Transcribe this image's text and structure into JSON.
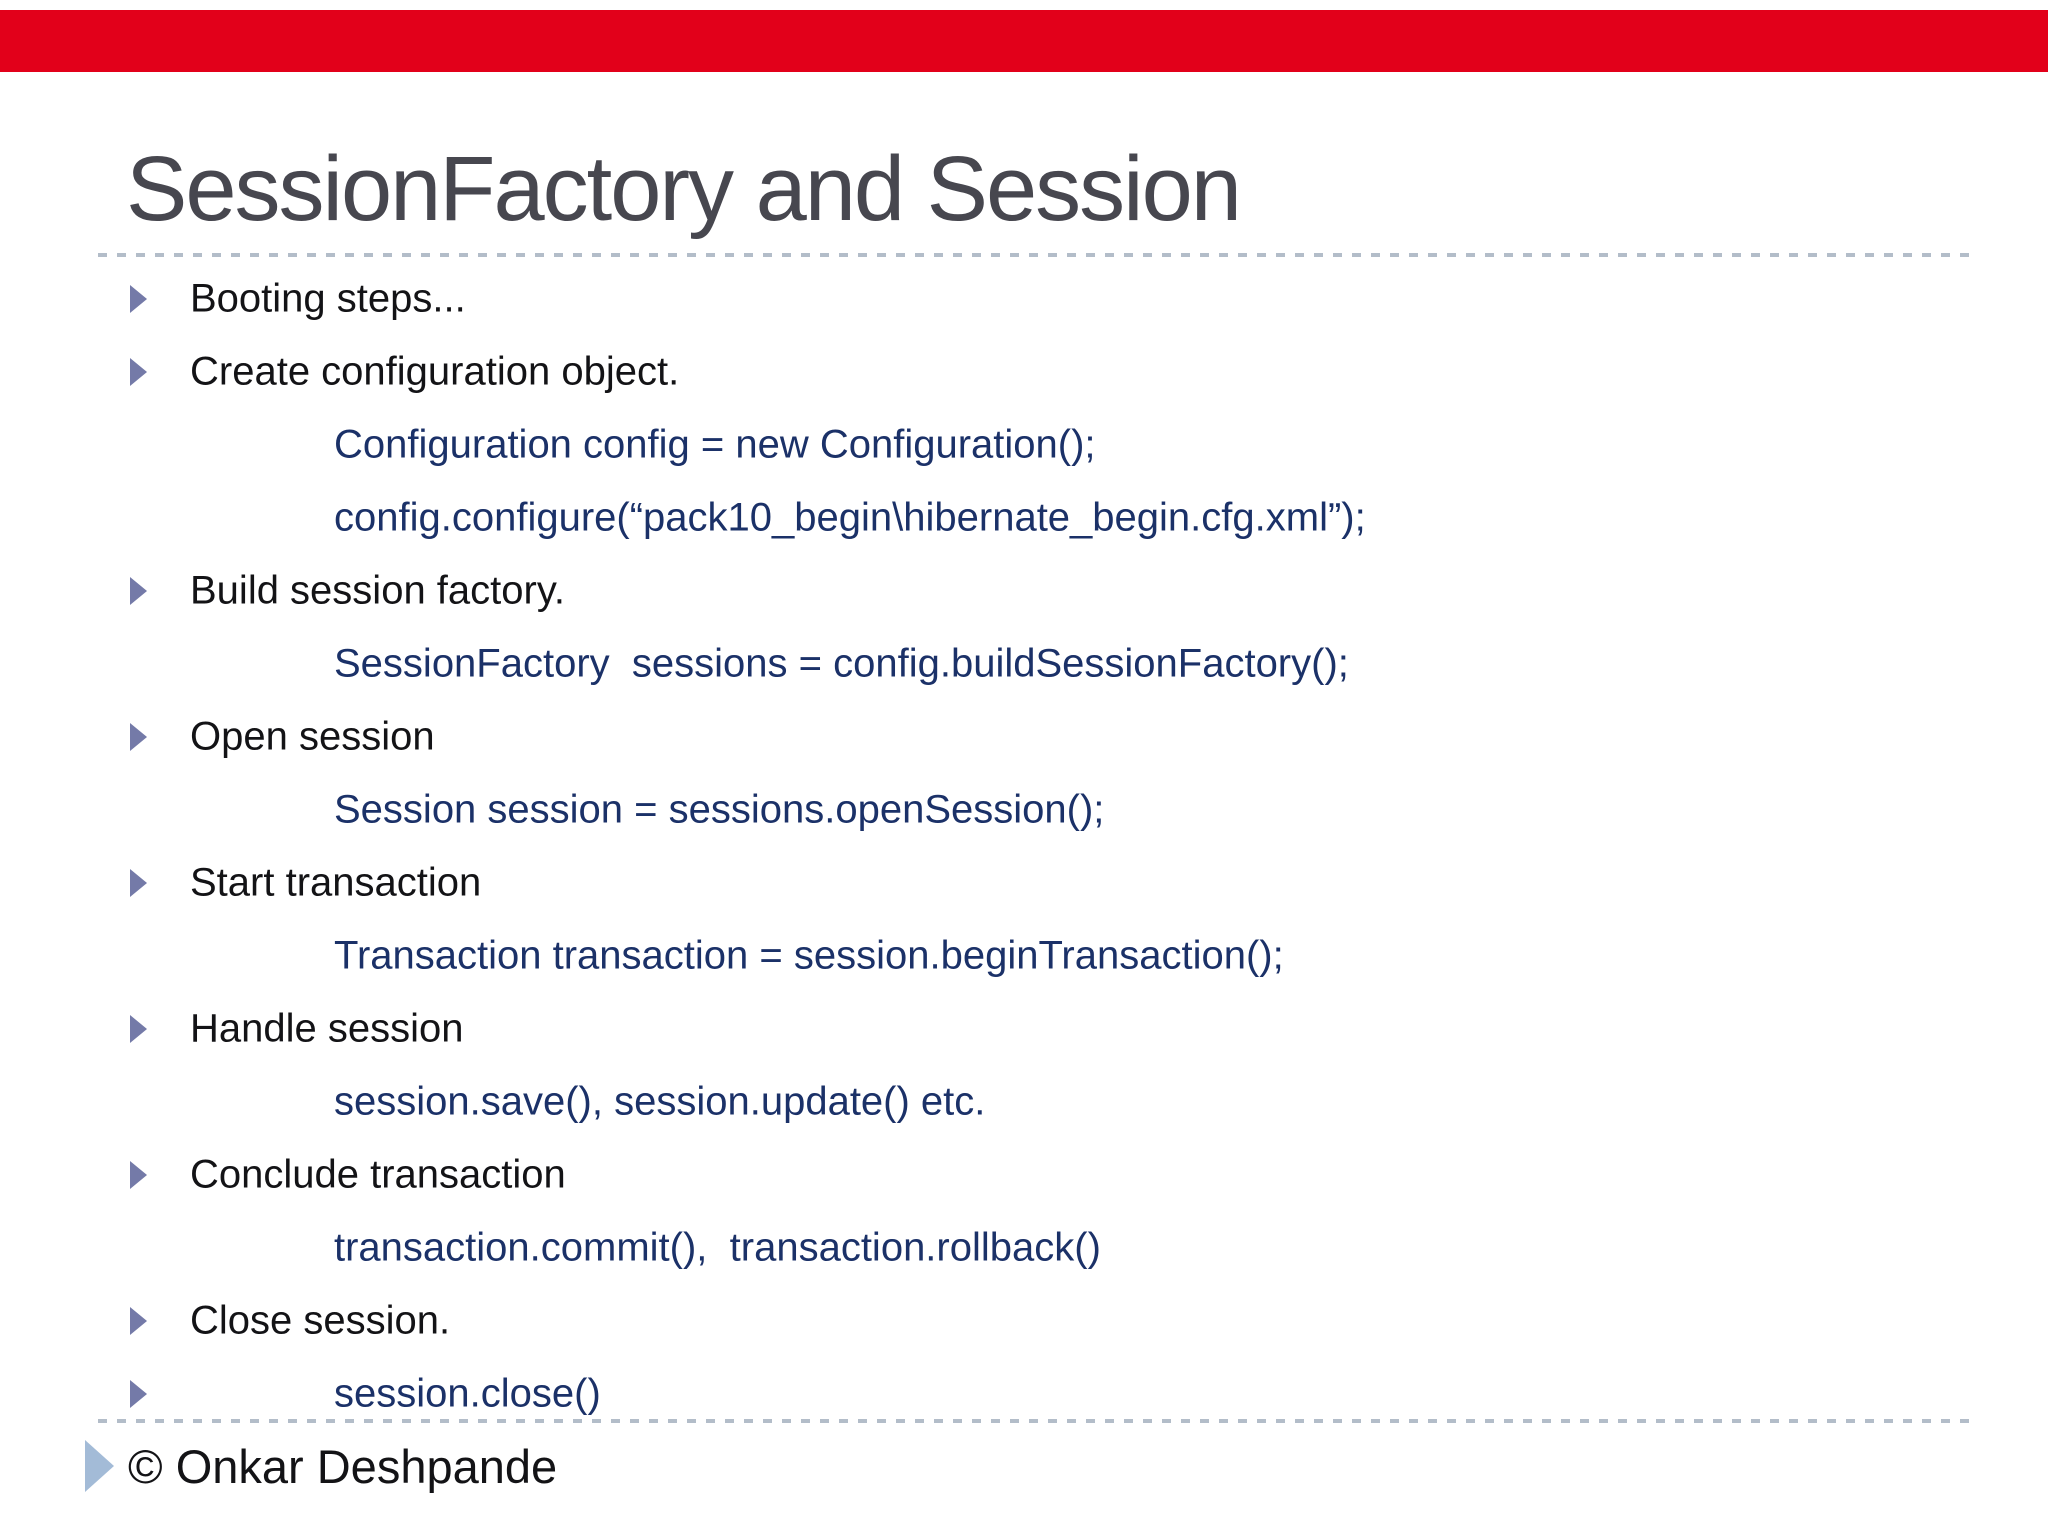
{
  "slide": {
    "title": "SessionFactory and Session",
    "content": [
      {
        "type": "bullet",
        "text": "Booting steps..."
      },
      {
        "type": "bullet",
        "text": "Create configuration object."
      },
      {
        "type": "code",
        "text": "Configuration config = new Configuration();"
      },
      {
        "type": "code",
        "text": "config.configure(“pack10_begin\\hibernate_begin.cfg.xml”);"
      },
      {
        "type": "bullet",
        "text": "Build session factory."
      },
      {
        "type": "code",
        "text": "SessionFactory  sessions = config.buildSessionFactory();"
      },
      {
        "type": "bullet",
        "text": "Open session"
      },
      {
        "type": "code",
        "text": "Session session = sessions.openSession();"
      },
      {
        "type": "bullet",
        "text": "Start transaction"
      },
      {
        "type": "code",
        "text": "Transaction transaction = session.beginTransaction();"
      },
      {
        "type": "bullet",
        "text": "Handle session"
      },
      {
        "type": "code",
        "text": "session.save(), session.update() etc."
      },
      {
        "type": "bullet",
        "text": "Conclude transaction"
      },
      {
        "type": "code",
        "text": "transaction.commit(),  transaction.rollback()"
      },
      {
        "type": "bullet",
        "text": "Close session."
      },
      {
        "type": "bullet_code",
        "text": "session.close()"
      }
    ],
    "footer": {
      "text": "© Onkar Deshpande"
    },
    "colors": {
      "accent-bar": "#e2001a",
      "title-text": "#47474f",
      "body-text": "#131316",
      "code-text": "#1b3168",
      "bullet-triangle": "#747aa8",
      "footer-triangle": "#a3bbd7",
      "dashed-rule": "#b3bdc9"
    }
  }
}
